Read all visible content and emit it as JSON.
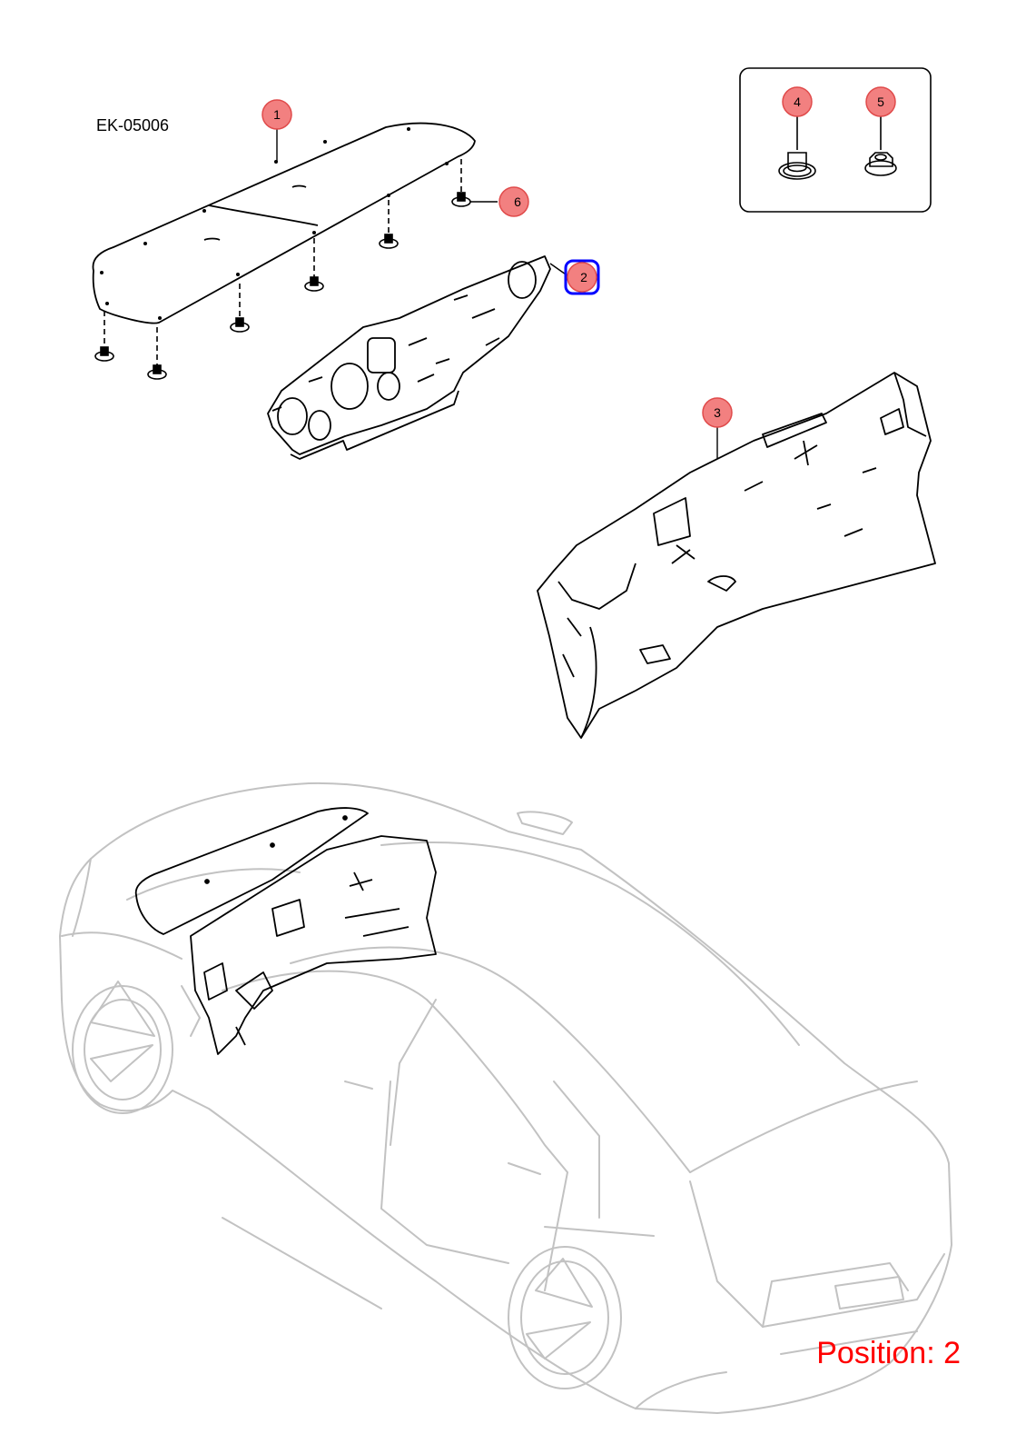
{
  "diagram": {
    "code": "EK-05006",
    "position_label": "Position: 2",
    "selected_callout": "2",
    "callouts": [
      {
        "id": "1",
        "label": "1",
        "part": "upper-cover-panel"
      },
      {
        "id": "2",
        "label": "2",
        "part": "upper-insulation-panel"
      },
      {
        "id": "3",
        "label": "3",
        "part": "firewall-insulation-mat"
      },
      {
        "id": "4",
        "label": "4",
        "part": "expanding-clip"
      },
      {
        "id": "5",
        "label": "5",
        "part": "hex-nut"
      },
      {
        "id": "6",
        "label": "6",
        "part": "fastener-clip"
      }
    ]
  },
  "colors": {
    "callout_fill": "#f28080",
    "callout_stroke": "#e04b4b",
    "highlight": "#0000ff",
    "position_text": "#ff0000",
    "line_art": "#000000",
    "vehicle_line": "#c2c2c2"
  }
}
